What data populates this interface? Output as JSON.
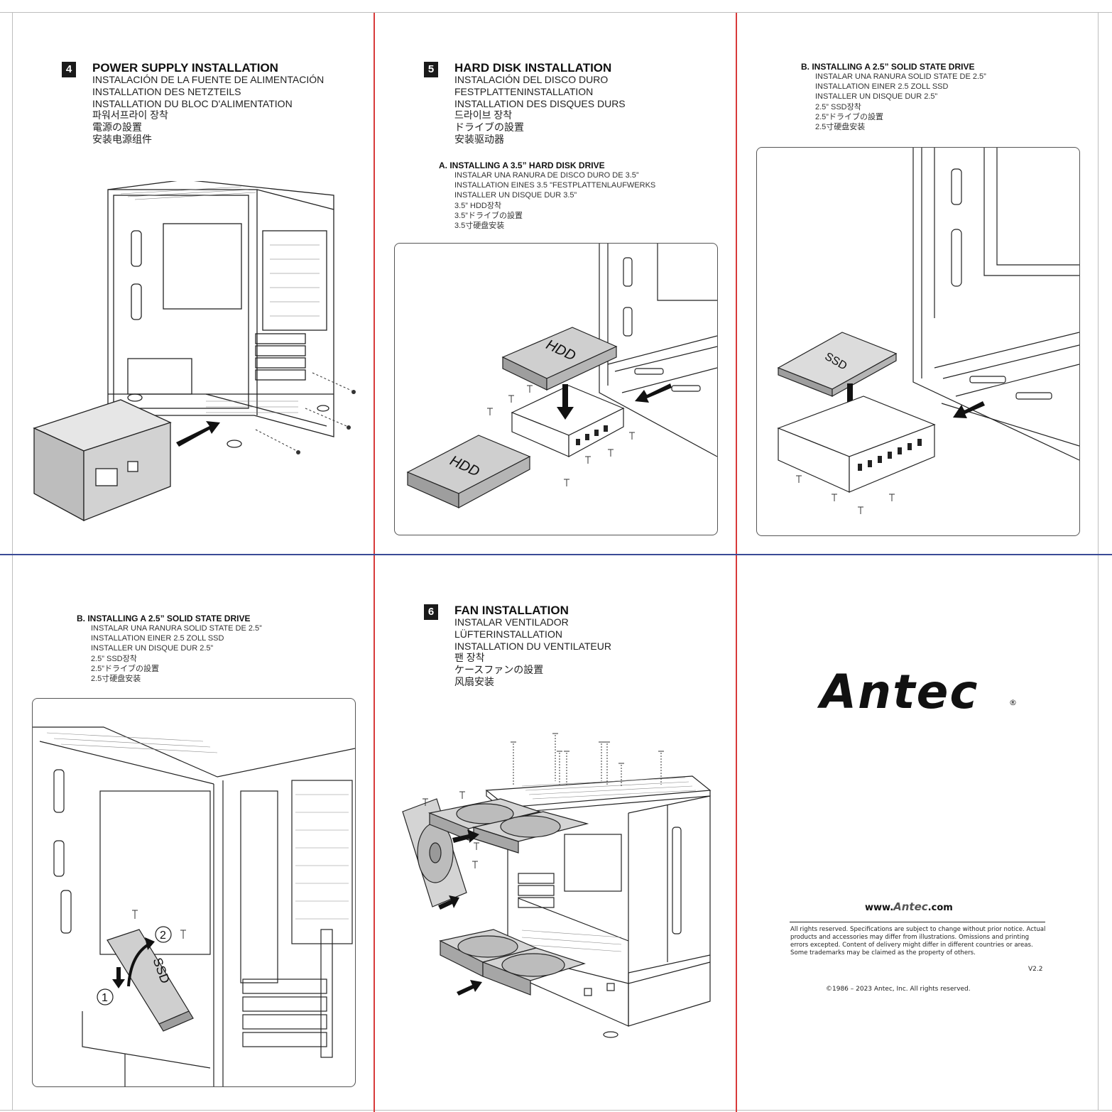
{
  "sections": {
    "psu": {
      "number": "4",
      "title": "POWER SUPPLY INSTALLATION",
      "lines": [
        "INSTALACIÓN DE LA FUENTE DE ALIMENTACIÓN",
        "INSTALLATION DES NETZTEILS",
        "INSTALLATION DU BLOC D'ALIMENTATION",
        "파워서프라이 장착",
        "電源の設置",
        "安装电源组件"
      ]
    },
    "hdd": {
      "number": "5",
      "title": "HARD DISK INSTALLATION",
      "lines": [
        "INSTALACIÓN DEL DISCO DURO",
        "FESTPLATTENINSTALLATION",
        "INSTALLATION DES DISQUES DURS",
        "드라이브 장착",
        "ドライブの設置",
        "安装驱动器"
      ],
      "sub_a": {
        "heading": "A.  INSTALLING A 3.5”  HARD DISK DRIVE",
        "lines": [
          "INSTALAR UNA RANURA DE DISCO DURO DE 3.5”",
          "INSTALLATION EINES 3.5 \"FESTPLATTENLAUFWERKS",
          "INSTALLER UN DISQUE DUR 3.5”",
          "3.5” HDD장착",
          "3.5”ドライブの設置",
          "3.5寸硬盘安装"
        ],
        "hdd_label": "HDD"
      }
    },
    "ssd_top": {
      "heading": "B.  INSTALLING A 2.5”  SOLID STATE DRIVE",
      "lines": [
        "INSTALAR UNA RANURA SOLID STATE DE 2.5”",
        "INSTALLATION EINER 2.5 ZOLL SSD",
        "INSTALLER UN DISQUE DUR 2.5”",
        "2.5” SSD장착",
        "2.5”ドライブの設置",
        "2.5寸硬盘安装"
      ],
      "ssd_label": "SSD"
    },
    "ssd_bottom": {
      "heading": "B.  INSTALLING A 2.5”  SOLID STATE DRIVE",
      "lines": [
        "INSTALAR UNA RANURA SOLID STATE DE 2.5”",
        "INSTALLATION EINER 2.5 ZOLL SSD",
        "INSTALLER UN DISQUE DUR 2.5”",
        "2.5” SSD장착",
        "2.5”ドライブの設置",
        "2.5寸硬盘安装"
      ],
      "ssd_label": "SSD",
      "step_1": "1",
      "step_2": "2"
    },
    "fan": {
      "number": "6",
      "title": "FAN INSTALLATION",
      "lines": [
        "INSTALAR VENTILADOR",
        "LÜFTERINSTALLATION",
        "INSTALLATION DU VENTILATEUR",
        "팬 장착",
        "ケースファンの設置",
        "风扇安装"
      ]
    }
  },
  "back_panel": {
    "brand": "Antec",
    "registered": "®",
    "website_prefix": "www.",
    "website_brand": "Antec",
    "website_suffix": ".com",
    "legal": "All rights reserved. Specifications are subject to change without prior notice. Actual products and accessories may differ from illustrations. Omissions and printing errors excepted. Content of delivery might differ in different countries or areas. Some trademarks may be claimed as the property of others.",
    "version": "V2.2",
    "copyright": "©1986 – 2023 Antec, Inc. All rights reserved."
  },
  "colors": {
    "vertical_fold": "#d83a3a",
    "horizontal_fold": "#3b4b96",
    "ink": "#1a1a1a"
  }
}
